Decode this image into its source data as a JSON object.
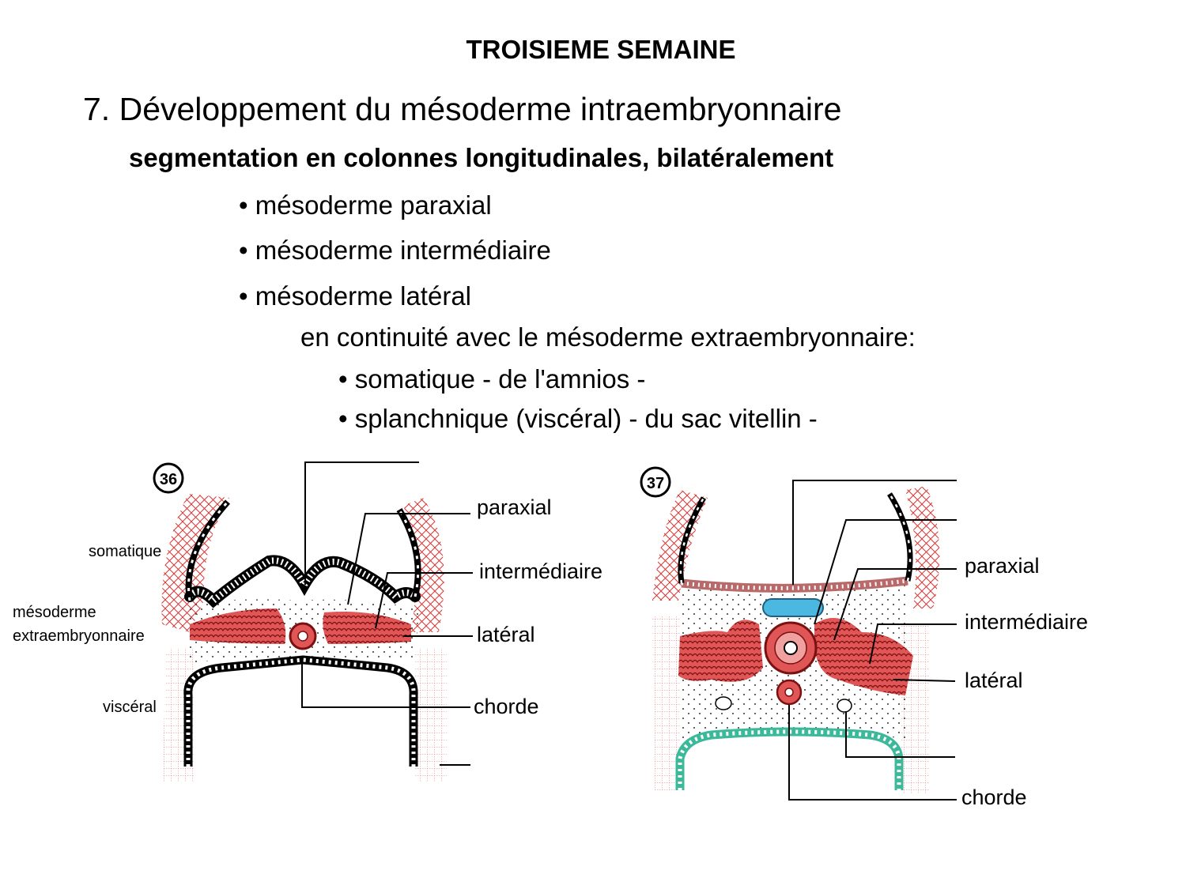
{
  "slide": {
    "title": "TROISIEME SEMAINE",
    "heading": "7. Développement du mésoderme intraembryonnaire",
    "subheading": "segmentation en colonnes longitudinales, bilatéralement",
    "bullets": [
      "• mésoderme paraxial",
      "• mésoderme intermédiaire",
      "• mésoderme latéral"
    ],
    "continuity": "en continuité avec le mésoderme extraembryonnaire:",
    "sub_bullets": [
      "• somatique - de l'amnios -",
      "• splanchnique (viscéral) - du sac vitellin -"
    ]
  },
  "figure36": {
    "number": "36",
    "labels": {
      "paraxial": "paraxial",
      "intermediaire": "intermédiaire",
      "lateral": "latéral",
      "chorde": "chorde",
      "somatique": "somatique",
      "mesoderme": "mésoderme",
      "extraembryonnaire": "extraembryonnaire",
      "visceral": "viscéral"
    }
  },
  "figure37": {
    "number": "37",
    "labels": {
      "paraxial": "paraxial",
      "intermediaire": "intermédiaire",
      "lateral": "latéral",
      "chorde": "chorde"
    }
  },
  "colors": {
    "mesoderm_red": "#e0504f",
    "hatch_red": "#d02020",
    "neural_blue": "#4ab8e0",
    "endoderm_green": "#3cb89a",
    "ectoderm_brown": "#b86a6a"
  }
}
